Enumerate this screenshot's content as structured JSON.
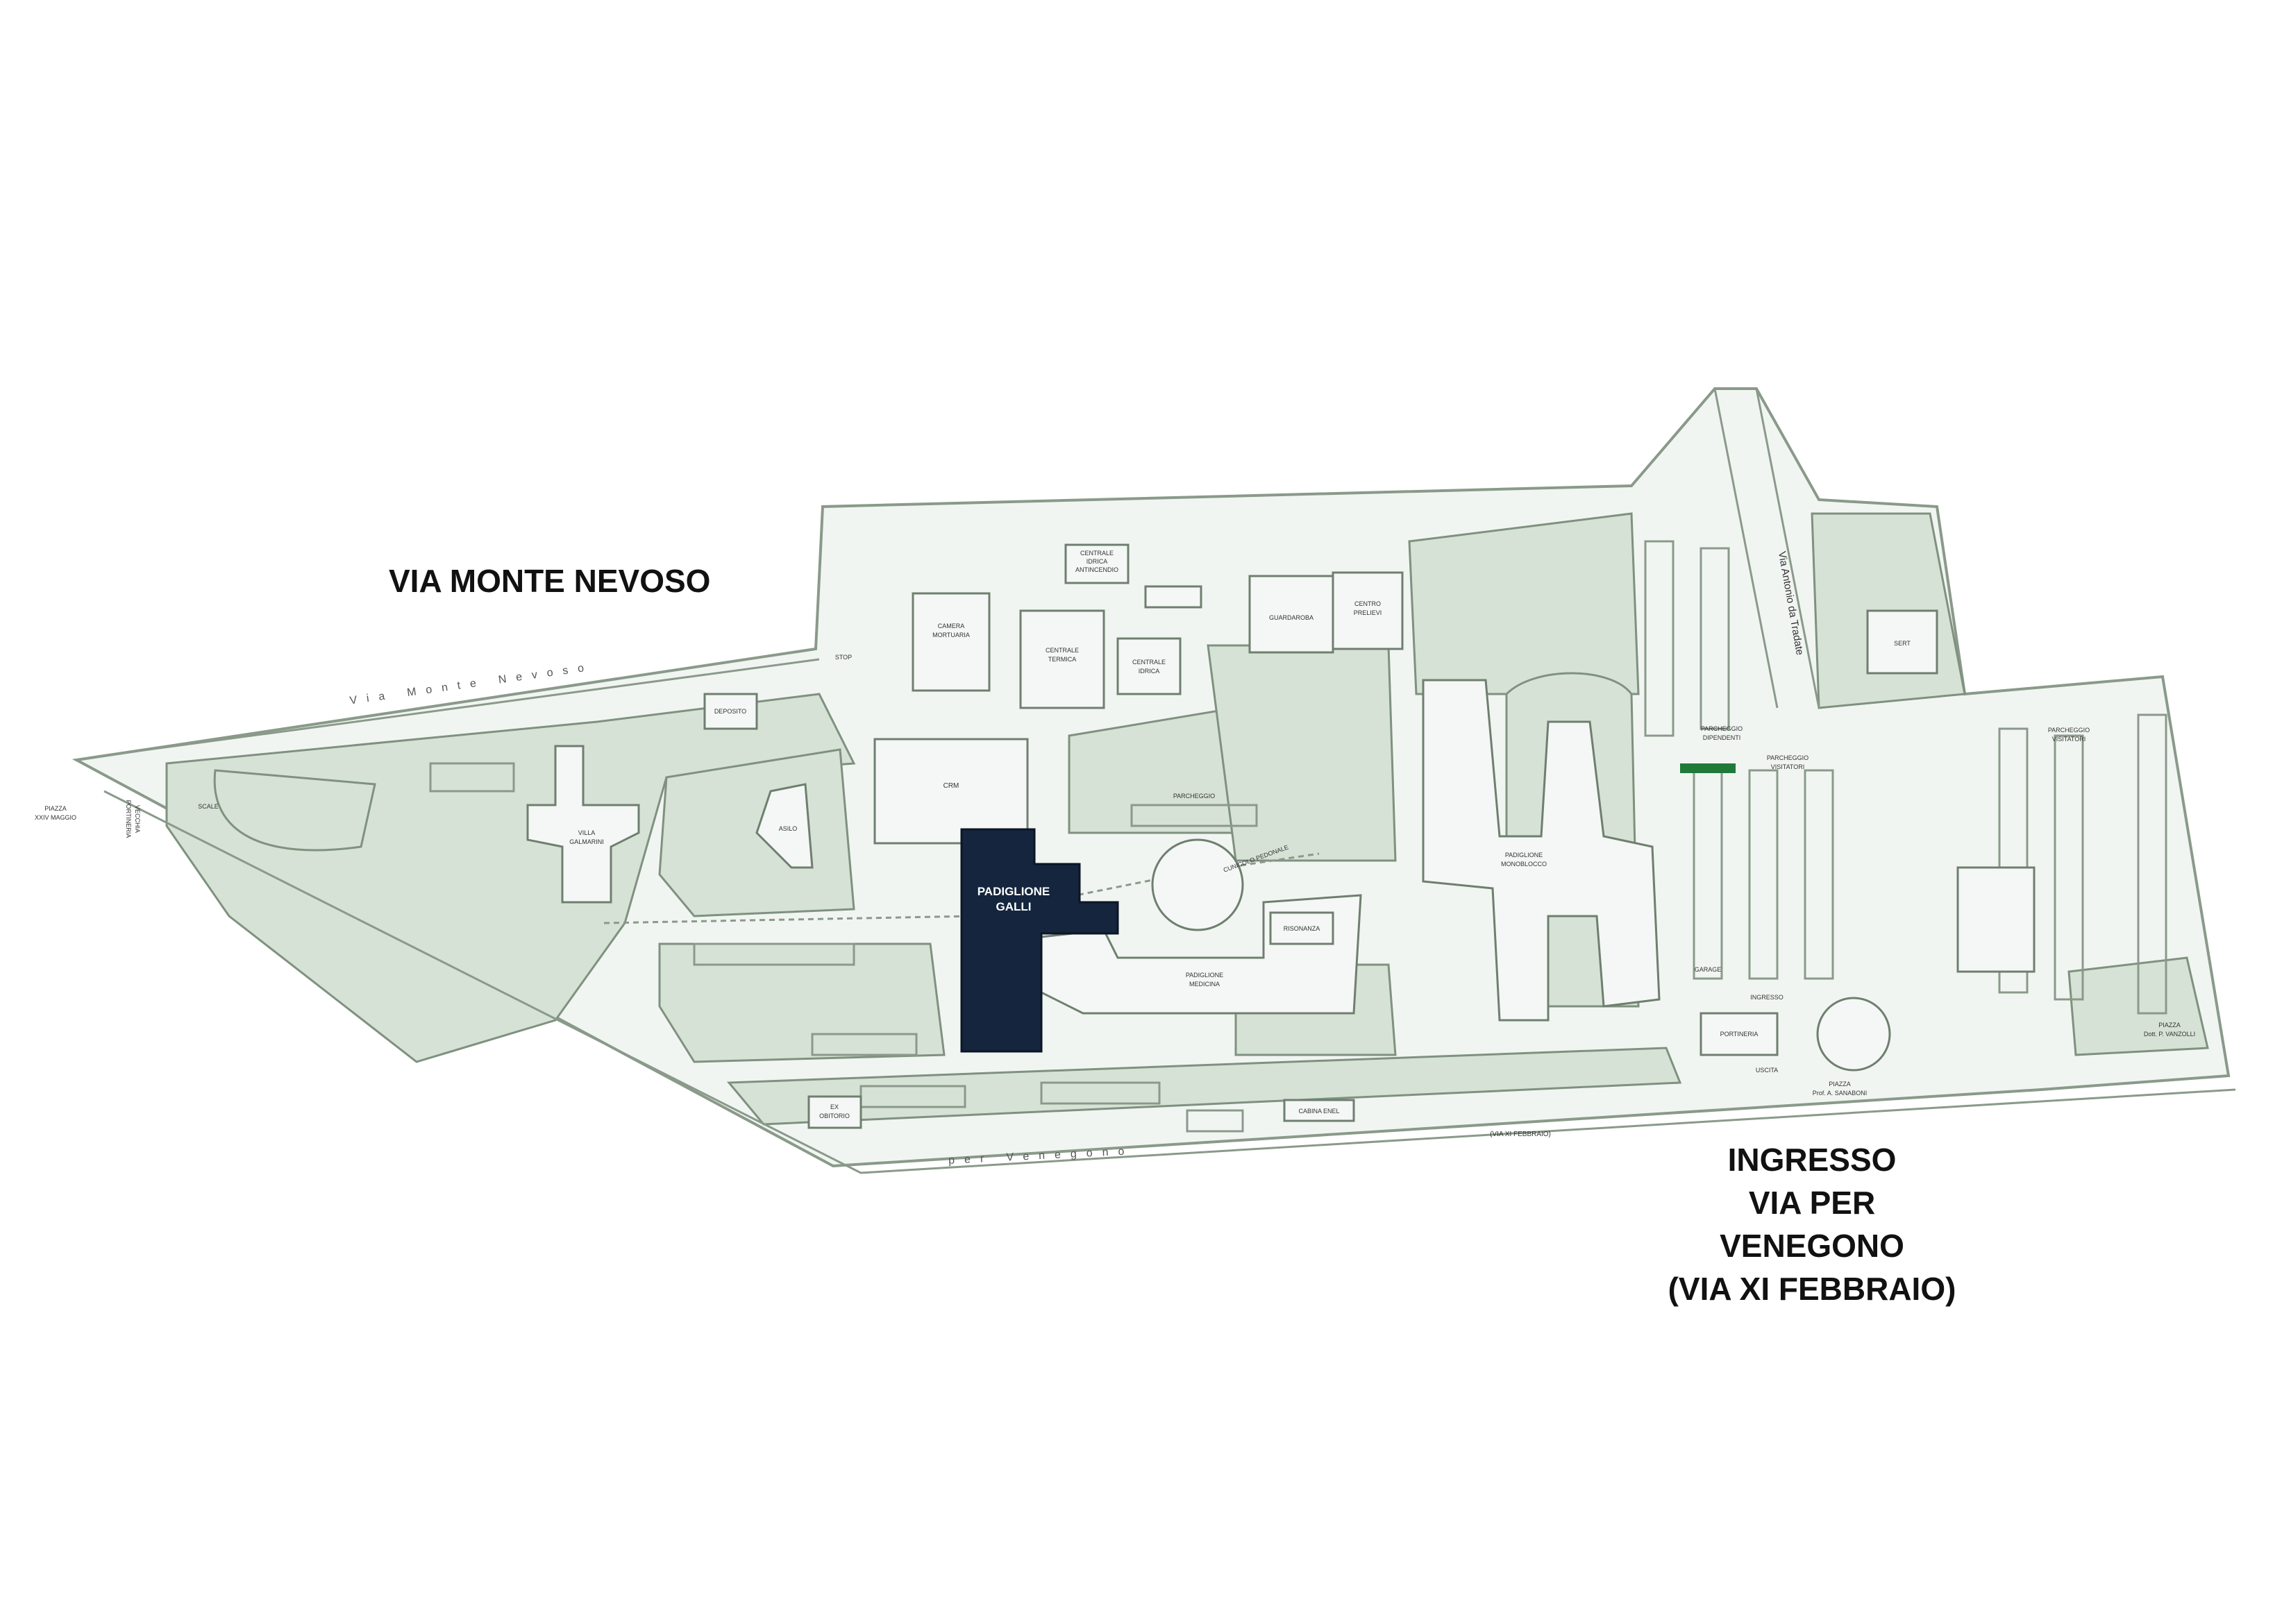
{
  "labels": {
    "via_monte_nevoso": "VIA MONTE NEVOSO",
    "ingresso_line1": "INGRESSO",
    "ingresso_line2": "VIA PER VENEGONO",
    "ingresso_line3": "(VIA XI FEBBRAIO)"
  },
  "buildings": {
    "padiglione_galli_1": "PADIGLIONE",
    "padiglione_galli_2": "GALLI",
    "crm": "CRM",
    "camera_mortuaria_1": "CAMERA",
    "camera_mortuaria_2": "MORTUARIA",
    "centrale_termica_1": "CENTRALE",
    "centrale_termica_2": "TERMICA",
    "centrale_idrica_1": "CENTRALE",
    "centrale_idrica_2": "IDRICA",
    "centrale_antincendio_1": "CENTRALE",
    "centrale_antincendio_2": "IDRICA",
    "centrale_antincendio_3": "ANTINCENDIO",
    "guardaroba": "GUARDAROBA",
    "centro_prelievi_1": "CENTRO",
    "centro_prelievi_2": "PRELIEVI",
    "deposito": "DEPOSITO",
    "villa_galmarini_1": "VILLA",
    "villa_galmarini_2": "GALMARINI",
    "asilo": "ASILO",
    "risonanza": "RISONANZA",
    "padiglione_medicina_1": "PADIGLIONE",
    "padiglione_medicina_2": "MEDICINA",
    "padiglione_monoblocco_1": "PADIGLIONE",
    "padiglione_monoblocco_2": "MONOBLOCCO",
    "portineria": "PORTINERIA",
    "ex_obitorio_1": "EX",
    "ex_obitorio_2": "OBITORIO",
    "cabina_enel": "CABINA ENEL",
    "sert": "SERT",
    "parcheggio": "PARCHEGGIO",
    "cunicolo_pedonale": "CUNICOLO PEDONALE",
    "ingresso_small": "INGRESSO",
    "uscita": "USCITA",
    "parcheggio_dipendenti_1": "PARCHEGGIO",
    "parcheggio_dipendenti_2": "DIPENDENTI",
    "parcheggio_visitatori_1": "PARCHEGGIO",
    "parcheggio_visitatori_2": "VISITATORI",
    "parcheggio_visitatori_b1": "PARCHEGGIO",
    "parcheggio_visitatori_b2": "VISITATORI",
    "piazza_xxiv_1": "PIAZZA",
    "piazza_xxiv_2": "XXIV MAGGIO",
    "vecchia_portineria_1": "VECCHIA",
    "vecchia_portineria_2": "PORTINERIA",
    "piazza_sanaboni_1": "PIAZZA",
    "piazza_sanaboni_2": "Prof. A. SANABONI",
    "piazza_vanzolli_1": "PIAZZA",
    "piazza_vanzolli_2": "Dott. P. VANZOLLI",
    "via_antonio_da_tradate": "Via Antonio da Tradate",
    "via_xi_febbraio": "(VIA XI FEBBRAIO)",
    "stop": "STOP",
    "scale": "SCALE",
    "garage": "GARAGE",
    "monte_nevoso_road": "Via  Monte  Nevoso",
    "per_venegono_road": "per  Venegono"
  },
  "colors": {
    "green_area": "#d6e2d6",
    "road_line": "#8a9a8a",
    "building_fill": "#f4f7f6",
    "highlight": "#14253d"
  }
}
